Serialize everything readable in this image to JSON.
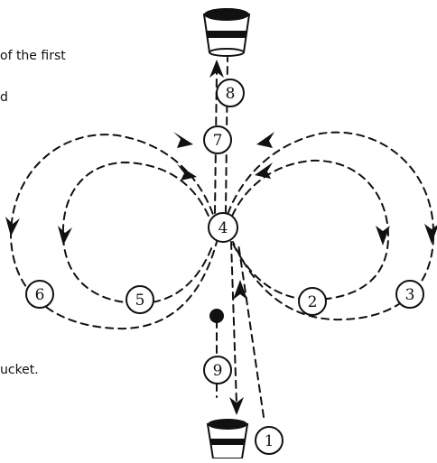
{
  "text_fragments": {
    "top": "of the first",
    "mid": "d",
    "bottom": "ucket."
  },
  "markers": [
    "1",
    "2",
    "3",
    "4",
    "5",
    "6",
    "7",
    "8",
    "9"
  ],
  "colors": {
    "ink": "#111111",
    "background": "#ffffff"
  },
  "icons": {
    "top_bucket": "bucket-icon",
    "bottom_bucket": "bucket-icon",
    "start_point": "start-dot-icon"
  }
}
